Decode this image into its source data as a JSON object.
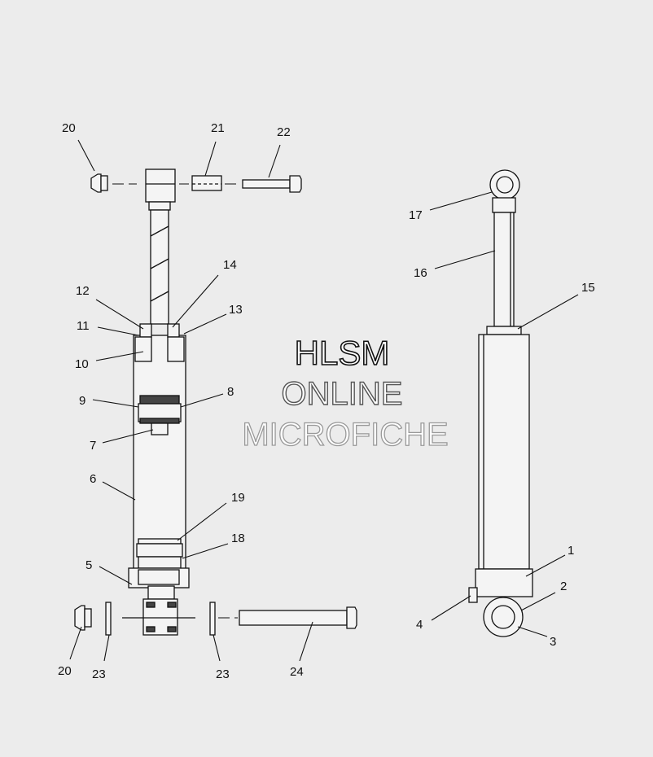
{
  "watermark": {
    "line1": "HLSM",
    "line2": "ONLINE",
    "line3": "MICROFICHE"
  },
  "callouts": {
    "c1": "1",
    "c2": "2",
    "c3": "3",
    "c4": "4",
    "c5": "5",
    "c6": "6",
    "c7": "7",
    "c8": "8",
    "c9": "9",
    "c10": "10",
    "c11": "11",
    "c12": "12",
    "c13": "13",
    "c14": "14",
    "c15": "15",
    "c16": "16",
    "c17": "17",
    "c18": "18",
    "c19": "19",
    "c20_top": "20",
    "c20_bottom": "20",
    "c21": "21",
    "c22": "22",
    "c23_left": "23",
    "c23_right": "23",
    "c24": "24"
  },
  "colors": {
    "background": "#ececec",
    "line": "#111111"
  }
}
